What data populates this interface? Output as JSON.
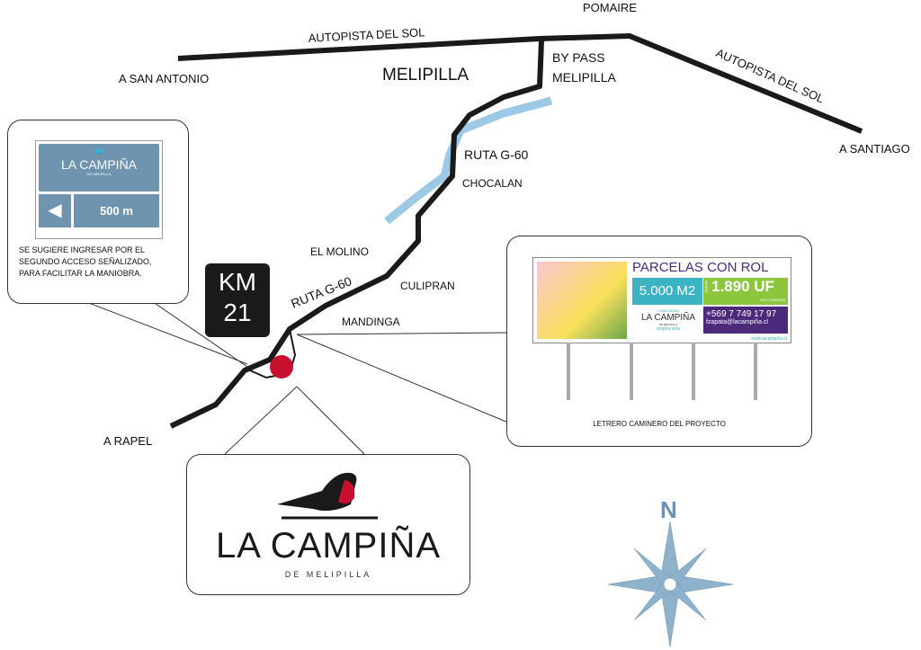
{
  "map": {
    "places": {
      "pomaire": "POMAIRE",
      "autopista_west": "AUTOPISTA DEL SOL",
      "autopista_east": "AUTOPISTA DEL SOL",
      "san_antonio": "A SAN ANTONIO",
      "melipilla": "MELIPILLA",
      "bypass_1": "BY PASS",
      "bypass_2": "MELIPILLA",
      "santiago": "A SANTIAGO",
      "ruta_g60_north": "RUTA G-60",
      "chocalan": "CHOCALAN",
      "el_molino": "EL MOLINO",
      "culipran": "CULIPRAN",
      "ruta_g60_south": "RUTA G-60",
      "mandinga": "MANDINGA",
      "rapel": "A RAPEL"
    },
    "km_label": "KM",
    "km_value": "21",
    "compass": "N"
  },
  "sign": {
    "brand": "LA CAMPIÑA",
    "sub": "DE MELIPILLA",
    "distance": "500 m",
    "note": [
      "SE SUGIERE INGRESAR POR EL",
      "SEGUNDO ACCESO SEÑALIZADO,",
      "PARA FACILITAR LA MANIOBRA."
    ]
  },
  "billboard": {
    "title": "PARCELAS CON ROL",
    "area": "5.000 M2",
    "price_prefix": "DESDE",
    "price": "1.890 UF",
    "price_note": "SIN COMISION",
    "community": "COMUNIDAD",
    "brand": "LA CAMPIÑA",
    "brand_sub": "DE MELIPILLA",
    "tagline": "respira vida",
    "phone": "+569 7 749 17 97",
    "email": "fzapata@lacampiña.cl",
    "web": "www.lacampiña.cl",
    "caption": "LETRERO CAMINERO DEL PROYECTO"
  },
  "logo": {
    "brand": "LA CAMPIÑA",
    "sub": "DE MELIPILLA"
  },
  "colors": {
    "road": "#1a1a1a",
    "river": "#9cc9e6",
    "dot": "#c8102e",
    "sign": "#6f94b0",
    "teal": "#3bb3c3",
    "green": "#8cc63f",
    "purple": "#4b2a7b",
    "compass": "#8fb2cc"
  }
}
